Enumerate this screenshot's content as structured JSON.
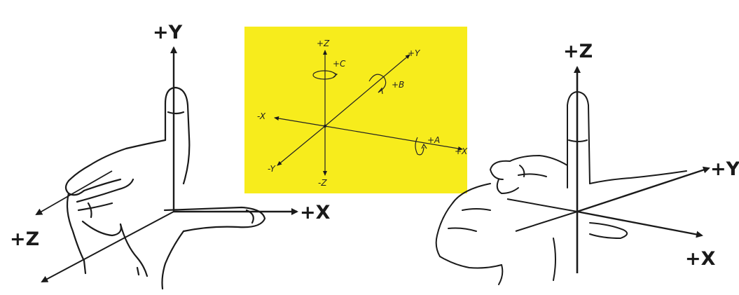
{
  "colors": {
    "background": "#ffffff",
    "panel": "#f7ec1c",
    "ink": "#1a1a1a"
  },
  "left_hand": {
    "label_y": "+Y",
    "label_x": "+X",
    "label_z": "+Z"
  },
  "center_panel": {
    "label_pos_z": "+Z",
    "label_neg_z": "-Z",
    "label_pos_y": "+Y",
    "label_neg_y": "-Y",
    "label_neg_x": "-X",
    "label_pos_x": "+X",
    "label_c": "+C",
    "label_b": "+B",
    "label_a": "+A"
  },
  "right_hand": {
    "label_z": "+Z",
    "label_y": "+Y",
    "label_x": "+X"
  }
}
